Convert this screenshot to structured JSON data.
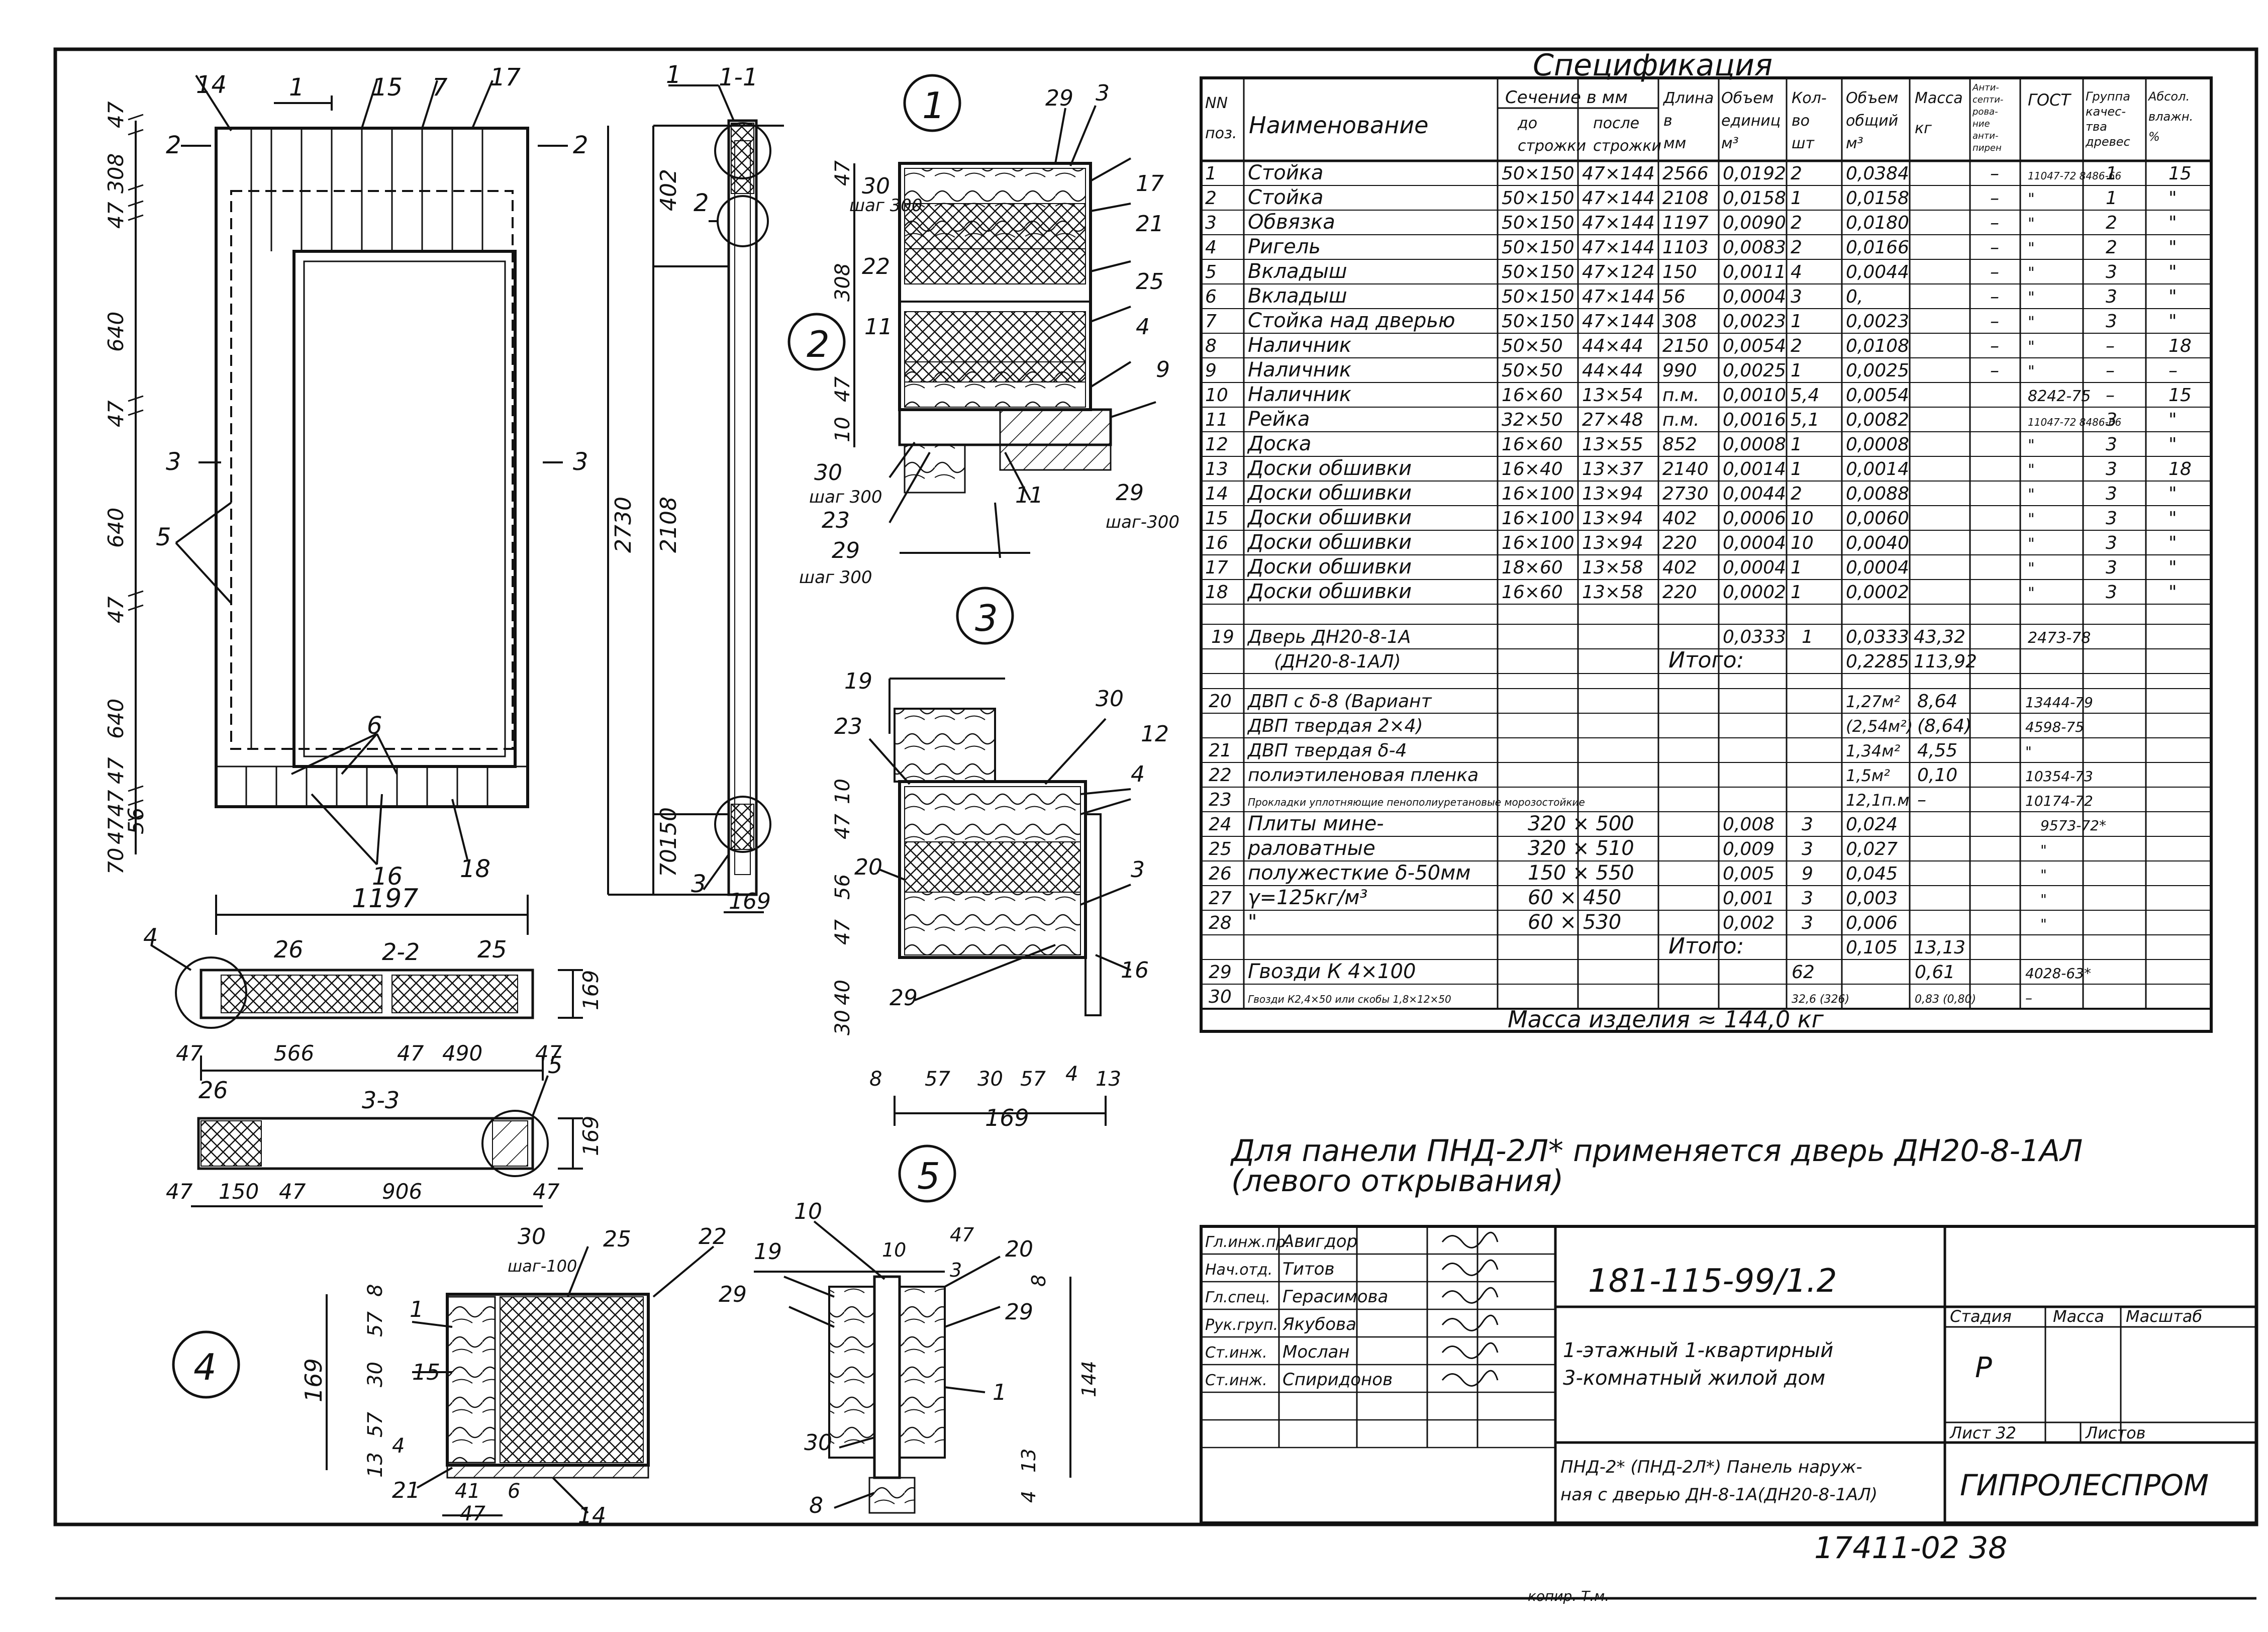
{
  "spec": {
    "title": "Спецификация",
    "headers": {
      "pos": [
        "NN",
        "поз."
      ],
      "name": "Наименование",
      "section": "Сечение в мм",
      "before": [
        "до",
        "строжки"
      ],
      "after": [
        "после",
        "строжки"
      ],
      "length": [
        "Длина",
        "в",
        "мм"
      ],
      "vol_unit": [
        "Объем",
        "единиц",
        "м³"
      ],
      "qty": [
        "Кол-",
        "во",
        "шт"
      ],
      "vol_total": [
        "Объем",
        "общий",
        "м³"
      ],
      "mass": [
        "Масса",
        "кг"
      ],
      "antiseptic": [
        "Анти-",
        "септи-",
        "рова-",
        "ние",
        "анти-",
        "пирен"
      ],
      "gost": "ГОСТ",
      "grade": [
        "Группа",
        "качес-",
        "тва",
        "древес"
      ],
      "humidity": [
        "Абсол.",
        "влажн.",
        "%"
      ]
    },
    "rows": [
      [
        "1",
        "Стойка",
        "50×150",
        "47×144",
        "2566",
        "0,0192",
        "2",
        "0,0384",
        "",
        "–",
        "11047-72 8486-66",
        "1",
        "15"
      ],
      [
        "2",
        "Стойка",
        "50×150",
        "47×144",
        "2108",
        "0,0158",
        "1",
        "0,0158",
        "",
        "–",
        "\"",
        "1",
        "\""
      ],
      [
        "3",
        "Обвязка",
        "50×150",
        "47×144",
        "1197",
        "0,0090",
        "2",
        "0,0180",
        "",
        "–",
        "\"",
        "2",
        "\""
      ],
      [
        "4",
        "Ригель",
        "50×150",
        "47×144",
        "1103",
        "0,0083",
        "2",
        "0,0166",
        "",
        "–",
        "\"",
        "2",
        "\""
      ],
      [
        "5",
        "Вкладыш",
        "50×150",
        "47×124",
        "150",
        "0,0011",
        "4",
        "0,0044",
        "",
        "–",
        "\"",
        "3",
        "\""
      ],
      [
        "6",
        "Вкладыш",
        "50×150",
        "47×144",
        "56",
        "0,0004",
        "3",
        "0,",
        "",
        "–",
        "\"",
        "3",
        "\""
      ],
      [
        "7",
        "Стойка над дверью",
        "50×150",
        "47×144",
        "308",
        "0,0023",
        "1",
        "0,0023",
        "",
        "–",
        "\"",
        "3",
        "\""
      ],
      [
        "8",
        "Наличник",
        "50×50",
        "44×44",
        "2150",
        "0,0054",
        "2",
        "0,0108",
        "",
        "–",
        "\"",
        "–",
        "18"
      ],
      [
        "9",
        "Наличник",
        "50×50",
        "44×44",
        "990",
        "0,0025",
        "1",
        "0,0025",
        "",
        "–",
        "\"",
        "–",
        "–"
      ],
      [
        "10",
        "Наличник",
        "16×60",
        "13×54",
        "п.м.",
        "0,0010",
        "5,4",
        "0,0054",
        "",
        "",
        "8242-75",
        "–",
        "15"
      ],
      [
        "11",
        "Рейка",
        "32×50",
        "27×48",
        "п.м.",
        "0,0016",
        "5,1",
        "0,0082",
        "",
        "",
        "11047-72 8486-66",
        "3",
        "\""
      ],
      [
        "12",
        "Доска",
        "16×60",
        "13×55",
        "852",
        "0,0008",
        "1",
        "0,0008",
        "",
        "",
        "\"",
        "3",
        "\""
      ],
      [
        "13",
        "Доски обшивки",
        "16×40",
        "13×37",
        "2140",
        "0,0014",
        "1",
        "0,0014",
        "",
        "",
        "\"",
        "3",
        "18"
      ],
      [
        "14",
        "Доски обшивки",
        "16×100",
        "13×94",
        "2730",
        "0,0044",
        "2",
        "0,0088",
        "",
        "",
        "\"",
        "3",
        "\""
      ],
      [
        "15",
        "Доски обшивки",
        "16×100",
        "13×94",
        "402",
        "0,0006",
        "10",
        "0,0060",
        "",
        "",
        "\"",
        "3",
        "\""
      ],
      [
        "16",
        "Доски обшивки",
        "16×100",
        "13×94",
        "220",
        "0,0004",
        "10",
        "0,0040",
        "",
        "",
        "\"",
        "3",
        "\""
      ],
      [
        "17",
        "Доски обшивки",
        "18×60",
        "13×58",
        "402",
        "0,0004",
        "1",
        "0,0004",
        "",
        "",
        "\"",
        "3",
        "\""
      ],
      [
        "18",
        "Доски обшивки",
        "16×60",
        "13×58",
        "220",
        "0,0002",
        "1",
        "0,0002",
        "",
        "",
        "\"",
        "3",
        "\""
      ]
    ],
    "door_row": {
      "pos": "19",
      "name": "Дверь ДН20-8-1А",
      "name2": "(ДН20-8-1АЛ)",
      "vol_unit": "0,0333",
      "qty": "1",
      "vol_total": "0,0333",
      "mass": "43,32",
      "gost": "2473-78"
    },
    "total1": {
      "label": "Итого:",
      "vol": "0,2285",
      "mass": "113,92"
    },
    "rows2": [
      [
        "20",
        "ДВП с δ-8 (Вариант",
        "",
        "",
        "1,27м²",
        "8,64",
        "13444-79"
      ],
      [
        "",
        "ДВП твердая 2×4)",
        "",
        "",
        "(2,54м²)",
        "(8,64)",
        "4598-75"
      ],
      [
        "21",
        "ДВП твердая δ-4",
        "",
        "",
        "1,34м²",
        "4,55",
        "\""
      ],
      [
        "22",
        "полиэтиленовая пленка",
        "",
        "",
        "1,5м²",
        "0,10",
        "10354-73"
      ],
      [
        "23",
        "Прокладки уплотняющие пенополиуретановые морозостойкие",
        "",
        "",
        "12,1п.м",
        "–",
        "10174-72"
      ]
    ],
    "rows3": [
      [
        "24",
        "Плиты мине-",
        "320 × 500",
        "0,008",
        "3",
        "0,024",
        "9573-72*"
      ],
      [
        "25",
        "раловатные",
        "320 × 510",
        "0,009",
        "3",
        "0,027",
        "\""
      ],
      [
        "26",
        "полужесткие δ-50мм",
        "150 × 550",
        "0,005",
        "9",
        "0,045",
        "\""
      ],
      [
        "27",
        "γ=125кг/м³",
        "60 × 450",
        "0,001",
        "3",
        "0,003",
        "\""
      ],
      [
        "28",
        "\"",
        "60 × 530",
        "0,002",
        "3",
        "0,006",
        "\""
      ]
    ],
    "total2": {
      "label": "Итого:",
      "vol": "0,105",
      "mass": "13,13"
    },
    "nails": [
      [
        "29",
        "Гвозди К 4×100",
        "62",
        "0,61",
        "4028-63*"
      ],
      [
        "30",
        "Гвозди К2,4×50 или скобы 1,8×12×50",
        "32,6 (326)",
        "0,83 (0,80)",
        "–"
      ]
    ],
    "mass_total": "Масса изделия ≈ 144,0 кг"
  },
  "note": [
    "Для панели ПНД-2Л* применяется дверь ДН20-8-1АЛ",
    "(левого открывания)"
  ],
  "stamp": {
    "roles": [
      [
        "Гл.инж.пр.",
        "Авигдор"
      ],
      [
        "Нач.отд.",
        "Титов"
      ],
      [
        "Гл.спец.",
        "Герасимова"
      ],
      [
        "Рук.груп.",
        "Якубова"
      ],
      [
        "Ст.инж.",
        "Мослан"
      ],
      [
        "Ст.инж.",
        "Спиридонов"
      ]
    ],
    "code": "181-115-99/1.2",
    "project": [
      "1-этажный 1-квартирный",
      "3-комнатный жилой дом"
    ],
    "sheet_title": [
      "ПНД-2* (ПНД-2Л*) Панель наруж-",
      "ная с дверью ДН-8-1А(ДН20-8-1АЛ)"
    ],
    "stage_label": "Стадия",
    "mass_label": "Масса",
    "scale_label": "Масштаб",
    "stage": "Р",
    "sheet_label": "Лист 32",
    "sheets_label": "Листов",
    "org": "ГИПРОЛЕСПРОМ"
  },
  "archive_no": "17411-02 38",
  "copy_label": "копир. Т.м.",
  "drawing": {
    "elev": {
      "callouts": [
        "14",
        "1",
        "15",
        "7",
        "17",
        "2",
        "2",
        "3",
        "3",
        "5",
        "6",
        "16",
        "18"
      ],
      "dims_left": [
        "47",
        "308",
        "47",
        "640",
        "47",
        "640",
        "47",
        "640",
        "47",
        "47",
        "47",
        "56",
        "70"
      ],
      "width": "1197"
    },
    "sec11": {
      "title": "1-1",
      "labels": [
        "1",
        "2",
        "3"
      ],
      "dims": [
        "402",
        "2108",
        "2730",
        "70",
        "150",
        "169"
      ]
    },
    "sec22": {
      "title": "2-2",
      "labels": [
        "4",
        "26",
        "25"
      ],
      "dims": [
        "47",
        "566",
        "47",
        "490",
        "47",
        "169"
      ]
    },
    "sec33": {
      "title": "3-3",
      "labels": [
        "26",
        "5"
      ],
      "dims": [
        "47",
        "150",
        "47",
        "906",
        "47",
        "169"
      ]
    },
    "n1": {
      "num": "1",
      "labels": [
        "29",
        "3",
        "30",
        "17",
        "21",
        "22",
        "25",
        "11",
        "4",
        "9",
        "30",
        "23",
        "29",
        "11",
        "29"
      ],
      "steps": [
        "шаг 300",
        "шаг 300",
        "шаг 300",
        "шаг-300"
      ],
      "dims": [
        "47",
        "308",
        "10",
        "47"
      ]
    },
    "n2": {
      "num": "2"
    },
    "n3": {
      "num": "3",
      "labels": [
        "19",
        "30",
        "23",
        "12",
        "4",
        "20",
        "3",
        "29",
        "16"
      ],
      "dims": [
        "10",
        "47",
        "56",
        "47",
        "40",
        "30",
        "8",
        "57",
        "30",
        "57",
        "4",
        "13",
        "169"
      ]
    },
    "n4": {
      "num": "4",
      "labels": [
        "30",
        "25",
        "22",
        "1",
        "15",
        "21",
        "14"
      ],
      "step": "шаг-100",
      "dims": [
        "8",
        "57",
        "30",
        "57",
        "13",
        "4",
        "169",
        "41",
        "47",
        "6"
      ]
    },
    "n5": {
      "num": "5",
      "labels": [
        "10",
        "19",
        "20",
        "29",
        "29",
        "1",
        "30",
        "8"
      ],
      "dims": [
        "10",
        "47",
        "3",
        "8",
        "144",
        "13",
        "4"
      ]
    }
  },
  "colors": {
    "ink": "#111111",
    "paper": "#ffffff"
  }
}
